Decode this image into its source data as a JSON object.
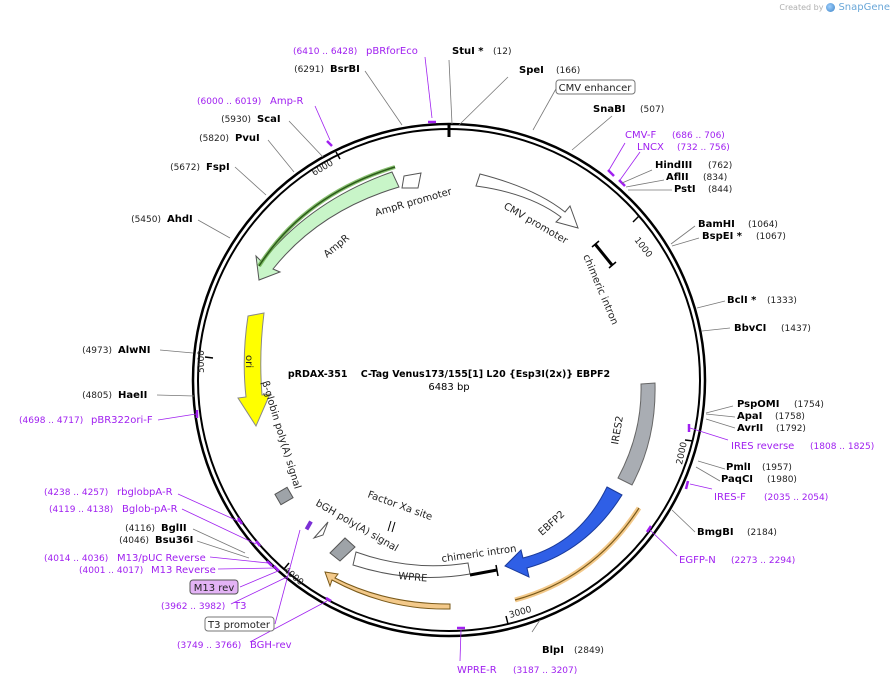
{
  "credit": {
    "prefix": "Created by",
    "brand": "SnapGene"
  },
  "center": {
    "name": "pRDAX-351    C-Tag Venus173/155[1] L20 {Esp3I(2x)} EBPF2",
    "size": "6483 bp"
  },
  "ticks": [
    "1000",
    "2000",
    "3000",
    "4000",
    "5000",
    "6000"
  ],
  "sites": [
    {
      "name": "StuI *",
      "pos": "(12)"
    },
    {
      "name": "SpeI",
      "pos": "(166)"
    },
    {
      "name": "SnaBI",
      "pos": "(507)"
    },
    {
      "name": "HindIII",
      "pos": "(762)"
    },
    {
      "name": "AflII",
      "pos": "(834)"
    },
    {
      "name": "PstI",
      "pos": "(844)"
    },
    {
      "name": "BamHI",
      "pos": "(1064)"
    },
    {
      "name": "BspEI *",
      "pos": "(1067)"
    },
    {
      "name": "BclI *",
      "pos": "(1333)"
    },
    {
      "name": "BbvCI",
      "pos": "(1437)"
    },
    {
      "name": "PspOMI",
      "pos": "(1754)"
    },
    {
      "name": "ApaI",
      "pos": "(1758)"
    },
    {
      "name": "AvrII",
      "pos": "(1792)"
    },
    {
      "name": "PmlI",
      "pos": "(1957)"
    },
    {
      "name": "PaqCI",
      "pos": "(1980)"
    },
    {
      "name": "BmgBI",
      "pos": "(2184)"
    },
    {
      "name": "BlpI",
      "pos": "(2849)"
    },
    {
      "name": "BsrBI",
      "pos": "(6291)"
    },
    {
      "name": "ScaI",
      "pos": "(5930)"
    },
    {
      "name": "PvuI",
      "pos": "(5820)"
    },
    {
      "name": "FspI",
      "pos": "(5672)"
    },
    {
      "name": "AhdI",
      "pos": "(5450)"
    },
    {
      "name": "AlwNI",
      "pos": "(4973)"
    },
    {
      "name": "HaeII",
      "pos": "(4805)"
    },
    {
      "name": "BglII",
      "pos": "(4116)"
    },
    {
      "name": "Bsu36I",
      "pos": "(4046)"
    }
  ],
  "primers": [
    {
      "name": "pBRforEco",
      "pos": "(6410 .. 6428)"
    },
    {
      "name": "Amp-R",
      "pos": "(6000 .. 6019)"
    },
    {
      "name": "CMV-F",
      "pos": "(686 .. 706)"
    },
    {
      "name": "LNCX",
      "pos": "(732 .. 756)"
    },
    {
      "name": "IRES reverse",
      "pos": "(1808 .. 1825)"
    },
    {
      "name": "IRES-F",
      "pos": "(2035 .. 2054)"
    },
    {
      "name": "EGFP-N",
      "pos": "(2273 .. 2294)"
    },
    {
      "name": "WPRE-R",
      "pos": "(3187 .. 3207)"
    },
    {
      "name": "pBR322ori-F",
      "pos": "(4698 .. 4717)"
    },
    {
      "name": "rbglobpA-R",
      "pos": "(4238 .. 4257)"
    },
    {
      "name": "Bglob-pA-R",
      "pos": "(4119 .. 4138)"
    },
    {
      "name": "M13/pUC Reverse",
      "pos": "(4014 .. 4036)"
    },
    {
      "name": "M13 Reverse",
      "pos": "(4001 .. 4017)"
    },
    {
      "name": "T3",
      "pos": "(3962 .. 3982)"
    },
    {
      "name": "BGH-rev",
      "pos": "(3749 .. 3766)"
    }
  ],
  "boxed": {
    "cmv_enhancer": "CMV enhancer",
    "m13_rev": "M13 rev",
    "t3_promoter": "T3 promoter"
  },
  "features": {
    "ampr_promoter": "AmpR promoter",
    "ampr": "AmpR",
    "cmv_promoter": "CMV promoter",
    "chimeric_intron_top": "chimeric intron",
    "ori": "ori",
    "bglobin": "β-globin poly(A) signal",
    "ires2": "IRES2",
    "factor_xa": "Factor Xa site",
    "bgh": "bGH poly(A) signal",
    "ebfp2": "EBFP2",
    "chimeric_intron_bottom": "chimeric intron",
    "wpre": "WPRE"
  },
  "colors": {
    "ampr": "#c8f5c8",
    "ori": "#ffff00",
    "ires": "#a9adb3",
    "ebfp2": "#2f5fe6",
    "egfp": "#f3c98a",
    "primer": "#a020f0",
    "m13_box": "#e3b3f5"
  }
}
